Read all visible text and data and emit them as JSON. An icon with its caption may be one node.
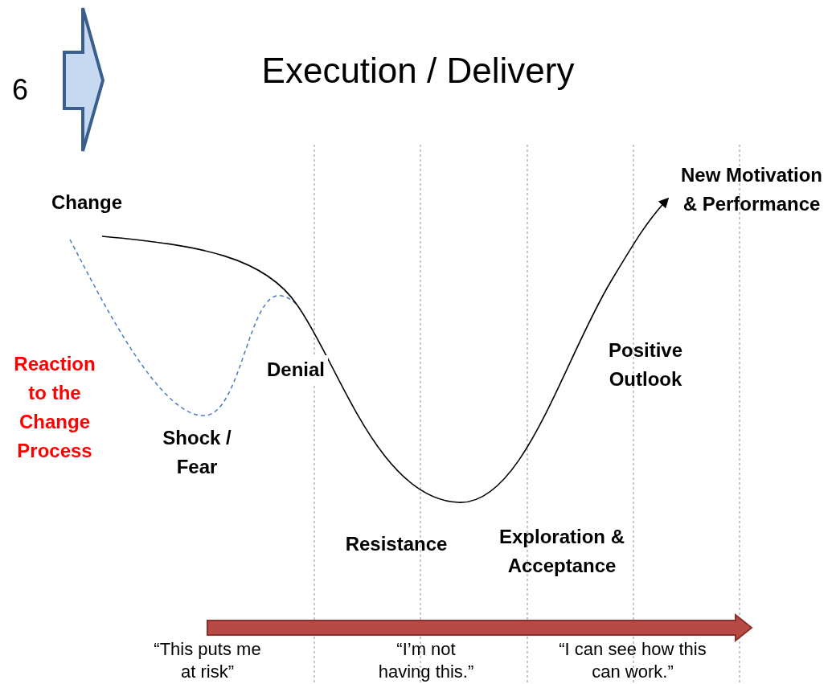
{
  "diagram": {
    "title": "Execution / Delivery",
    "labels": [
      "6",
      "Change",
      "New Motivation & Performance",
      "Positive Outlook",
      "Reaction to the Change Process",
      "Denial",
      "Shock / Fear",
      "Resistance",
      "Exploration & Acceptance",
      "“This puts me at risk”",
      "“I’m not having this.”",
      "“I can see how this can work.”"
    ]
  }
}
